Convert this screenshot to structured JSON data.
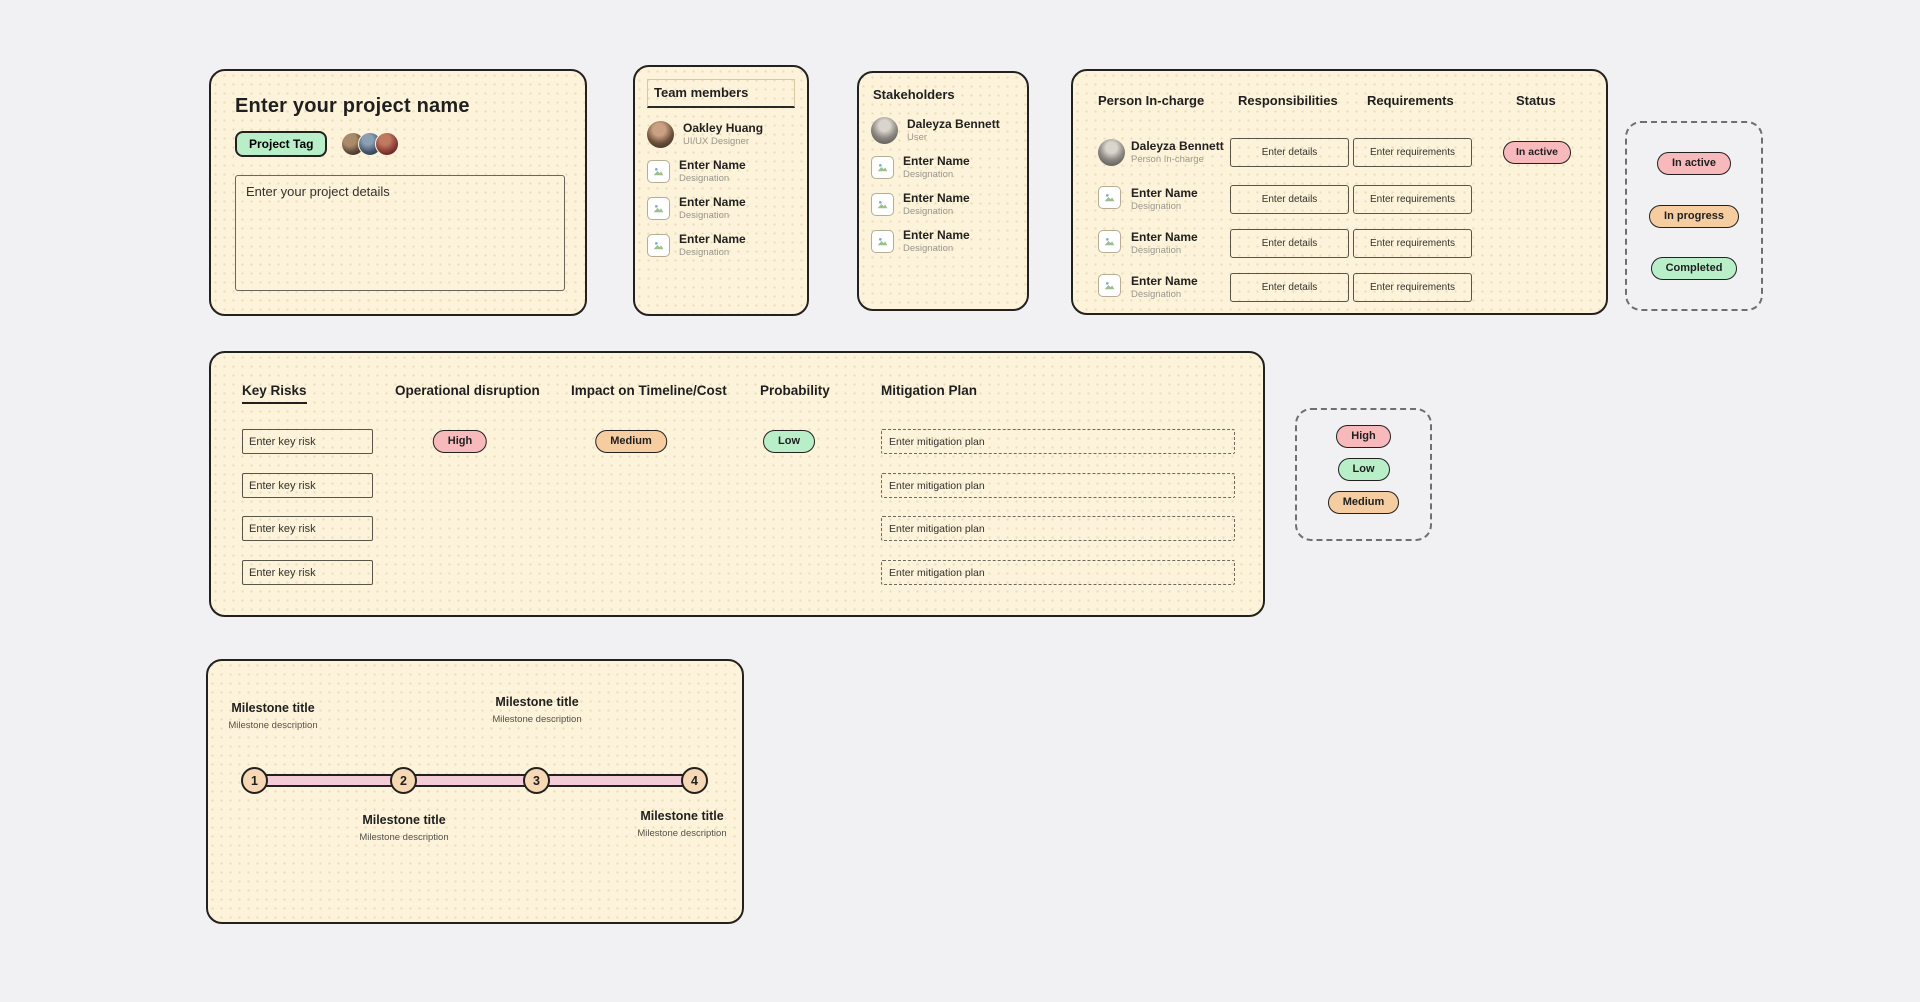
{
  "colors": {
    "pink": "#f8b9bc",
    "peach": "#f5cda0",
    "green": "#b8efc9",
    "card_bg": "#fcf3da",
    "canvas_bg": "#f1f1f3"
  },
  "project": {
    "title": "Enter your project name",
    "tag_label": "Project Tag",
    "details_placeholder": "Enter your project details"
  },
  "team": {
    "title": "Team members",
    "members": [
      {
        "name": "Oakley Huang",
        "designation": "UI/UX Designer"
      },
      {
        "name": "Enter Name",
        "designation": "Designation"
      },
      {
        "name": "Enter Name",
        "designation": "Designation"
      },
      {
        "name": "Enter Name",
        "designation": "Designation"
      }
    ]
  },
  "stakeholders": {
    "title": "Stakeholders",
    "members": [
      {
        "name": "Daleyza Bennett",
        "designation": "User"
      },
      {
        "name": "Enter Name",
        "designation": "Designation"
      },
      {
        "name": "Enter Name",
        "designation": "Designation"
      },
      {
        "name": "Enter Name",
        "designation": "Designation"
      }
    ]
  },
  "incharge": {
    "headers": {
      "person": "Person In-charge",
      "responsibilities": "Responsibilities",
      "requirements": "Requirements",
      "status": "Status"
    },
    "details_placeholder": "Enter details",
    "requirements_placeholder": "Enter requirements",
    "rows": [
      {
        "name": "Daleyza Bennett",
        "designation": "Person In-charge",
        "status": "In active"
      },
      {
        "name": "Enter Name",
        "designation": "Designation"
      },
      {
        "name": "Enter Name",
        "designation": "Designation"
      },
      {
        "name": "Enter Name",
        "designation": "Designation"
      }
    ]
  },
  "status_legend": {
    "items": [
      {
        "label": "In active",
        "color": "pink"
      },
      {
        "label": "In progress",
        "color": "peach"
      },
      {
        "label": "Completed",
        "color": "green"
      }
    ]
  },
  "risks": {
    "headers": {
      "key_risks": "Key Risks",
      "operational": "Operational disruption",
      "impact": "Impact on Timeline/Cost",
      "probability": "Probability",
      "mitigation": "Mitigation Plan"
    },
    "risk_placeholder": "Enter key risk",
    "mitigation_placeholder": "Enter mitigation plan",
    "badges": {
      "operational": "High",
      "impact": "Medium",
      "probability": "Low"
    }
  },
  "severity_legend": {
    "items": [
      {
        "label": "High",
        "color": "pink"
      },
      {
        "label": "Low",
        "color": "green"
      },
      {
        "label": "Medium",
        "color": "peach"
      }
    ]
  },
  "milestones": {
    "items": [
      {
        "number": "1",
        "title": "Milestone title",
        "description": "Milestone description"
      },
      {
        "number": "2",
        "title": "Milestone title",
        "description": "Milestone description"
      },
      {
        "number": "3",
        "title": "Milestone title",
        "description": "Milestone description"
      },
      {
        "number": "4",
        "title": "Milestone title",
        "description": "Milestone description"
      }
    ]
  }
}
